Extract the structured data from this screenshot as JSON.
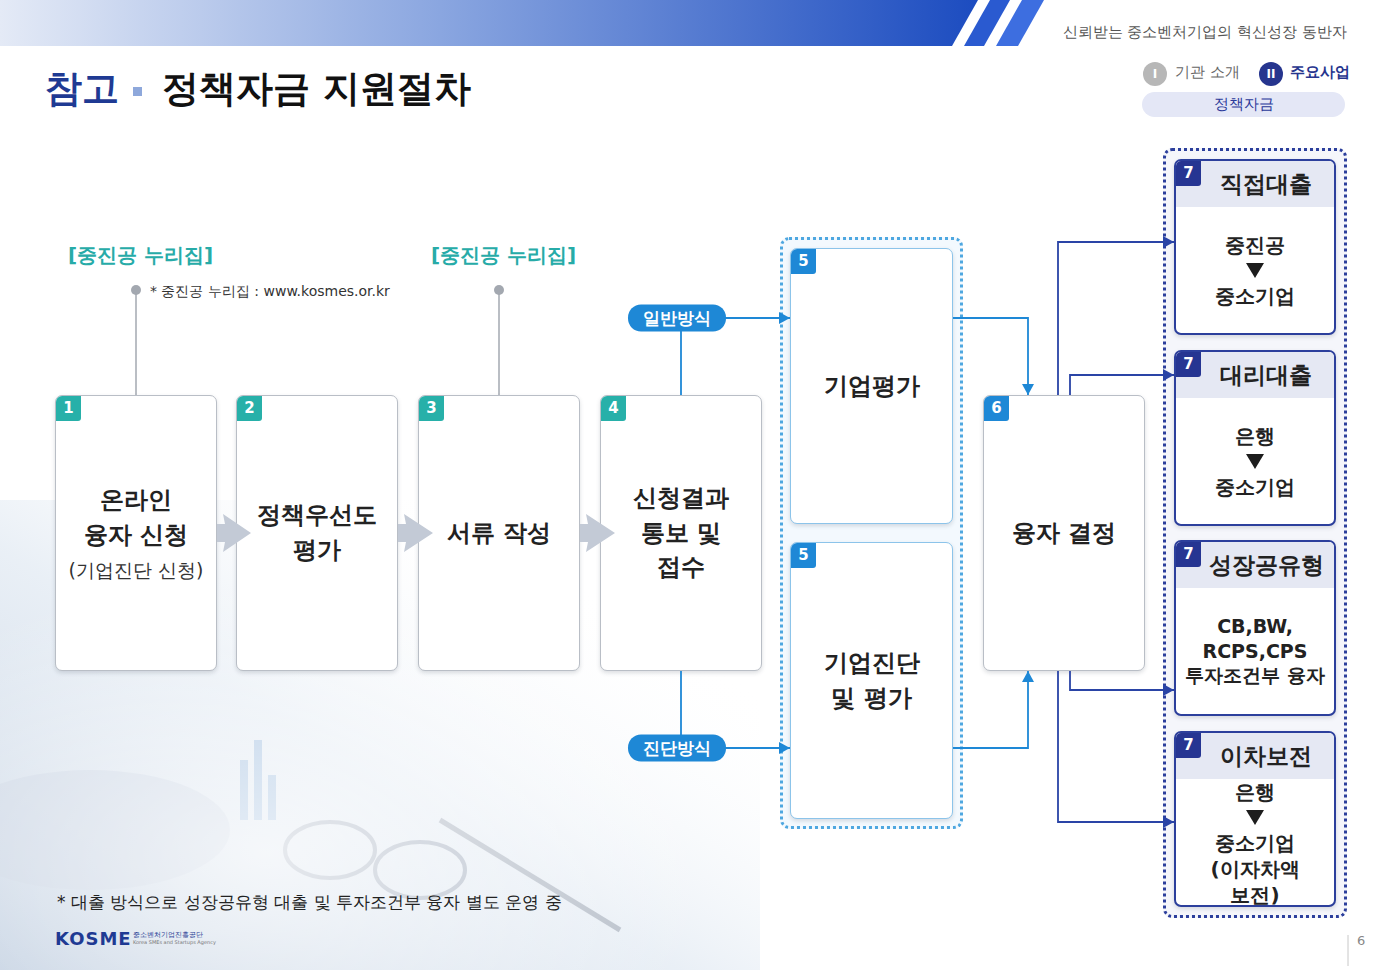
{
  "diagram": {
    "title": "정책자금 지원절차",
    "nodes": [
      {
        "text": [
          "1",
          "온라인 융자 신청",
          "(기업진단 신청)"
        ]
      },
      {
        "text": [
          "2",
          "정책우선도 평가"
        ]
      },
      {
        "text": [
          "3",
          "서류 작성"
        ]
      },
      {
        "text": [
          "4",
          "신청결과 통보 및 접수"
        ]
      },
      {
        "text": [
          "5",
          "기업평가"
        ]
      },
      {
        "text": [
          "5",
          "기업진단 및 평가"
        ]
      },
      {
        "text": [
          "6",
          "융자 결정"
        ]
      },
      {
        "text": [
          "7",
          "직접대출",
          "중진공",
          "중소기업"
        ]
      },
      {
        "text": [
          "7",
          "대리대출",
          "은행",
          "중소기업"
        ]
      },
      {
        "text": [
          "7",
          "성장공유형",
          "CB,BW, RCPS,CPS 투자조건부 융자"
        ]
      },
      {
        "text": [
          "7",
          "이차보전",
          "은행",
          "중소기업 (이자차액 보전)"
        ]
      }
    ],
    "edges": [
      {
        "from": 0,
        "to": 1,
        "arrow": "to"
      },
      {
        "from": 1,
        "to": 2,
        "arrow": "to"
      },
      {
        "from": 2,
        "to": 3,
        "arrow": "to"
      },
      {
        "from": 3,
        "to": 4,
        "label": "일반방식",
        "arrow": "to"
      },
      {
        "from": 3,
        "to": 5,
        "label": "진단방식",
        "arrow": "to"
      },
      {
        "from": 4,
        "to": 6,
        "arrow": "to"
      },
      {
        "from": 5,
        "to": 6,
        "arrow": "to"
      },
      {
        "from": 6,
        "to": 7,
        "arrow": "to"
      },
      {
        "from": 6,
        "to": 8,
        "arrow": "to"
      },
      {
        "from": 6,
        "to": 9,
        "arrow": "to"
      },
      {
        "from": 6,
        "to": 10,
        "arrow": "to"
      }
    ],
    "labels": [
      "신뢰받는 중소벤처기업의 혁신성장 동반자",
      "I",
      "기관 소개",
      "II",
      "주요사업",
      "정책자금",
      "참고",
      "[중진공 누리집]",
      "* 중진공 누리집 : www.kosmes.or.kr",
      "[중진공 누리집]",
      "* 대출 방식으로 성장공유형 대출 및 투자조건부 융자 별도 운영 중",
      "KOSME",
      "중소벤처기업진흥공단",
      "Korea SMEs and Startups Agency",
      "6"
    ]
  }
}
